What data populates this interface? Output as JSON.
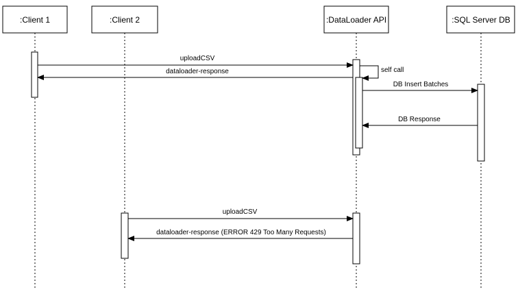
{
  "participants": [
    {
      "id": "client1",
      "label": ":Client 1"
    },
    {
      "id": "client2",
      "label": ":Client 2"
    },
    {
      "id": "api",
      "label": ":DataLoader API"
    },
    {
      "id": "db",
      "label": ":SQL Server DB"
    }
  ],
  "messages": [
    {
      "id": "m1",
      "label": "uploadCSV",
      "from": "client1",
      "to": "api",
      "kind": "call"
    },
    {
      "id": "m2",
      "label": "dataloader-response",
      "from": "api",
      "to": "client1",
      "kind": "return"
    },
    {
      "id": "m3",
      "label": "self call",
      "from": "api",
      "to": "api",
      "kind": "self"
    },
    {
      "id": "m4",
      "label": "DB Insert Batches",
      "from": "api",
      "to": "db",
      "kind": "call"
    },
    {
      "id": "m5",
      "label": "DB Response",
      "from": "db",
      "to": "api",
      "kind": "return"
    },
    {
      "id": "m6",
      "label": "uploadCSV",
      "from": "client2",
      "to": "api",
      "kind": "call"
    },
    {
      "id": "m7",
      "label": "dataloader-response (ERROR 429 Too Many Requests)",
      "from": "api",
      "to": "client2",
      "kind": "return"
    }
  ]
}
